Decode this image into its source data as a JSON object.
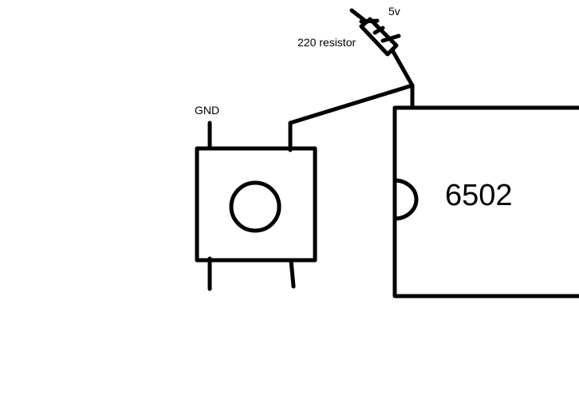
{
  "labels": {
    "supply": "5v",
    "resistor": "220 resistor",
    "ground": "GND",
    "chip": "6502"
  },
  "colors": {
    "stroke": "#000000",
    "background": "#ffffff"
  }
}
